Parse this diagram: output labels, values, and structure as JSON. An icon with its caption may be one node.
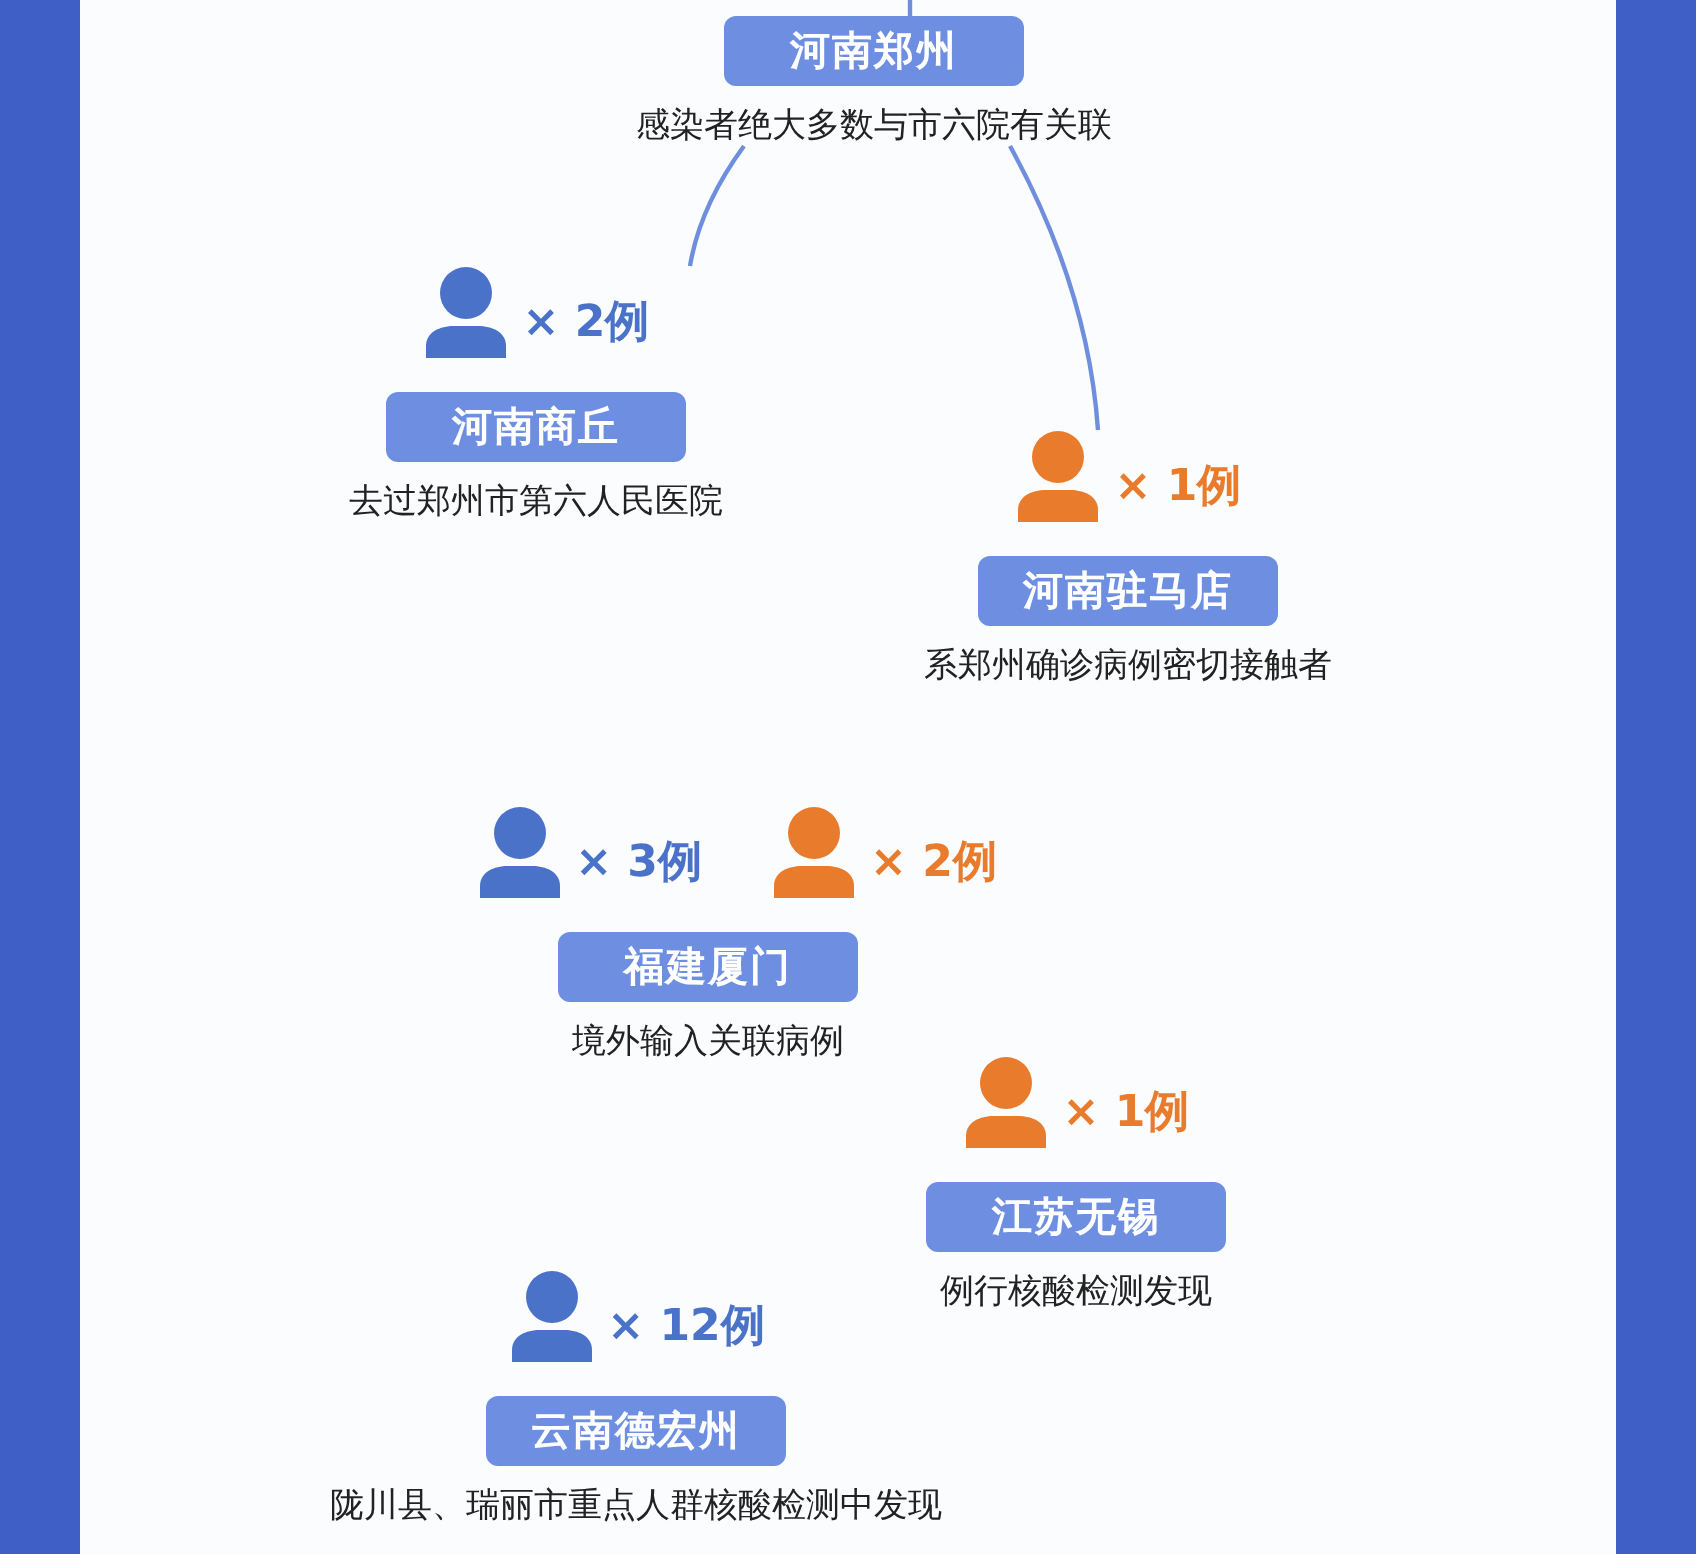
{
  "diagram": {
    "nodes": [
      {
        "text": [
          "河南郑州",
          "感染者绝大多数与市六院有关联"
        ]
      },
      {
        "text": [
          "× 2例",
          "河南商丘",
          "去过郑州市第六人民医院"
        ]
      },
      {
        "text": [
          "× 1例",
          "河南驻马店",
          "系郑州确诊病例密切接触者"
        ]
      },
      {
        "text": [
          "× 3例",
          "× 2例",
          "福建厦门",
          "境外输入关联病例"
        ]
      },
      {
        "text": [
          "× 1例",
          "江苏无锡",
          "例行核酸检测发现"
        ]
      },
      {
        "text": [
          "× 12例",
          "云南德宏州",
          "陇川县、瑞丽市重点人群核酸检测中发现"
        ]
      }
    ],
    "edges": [
      {
        "from": null,
        "to": 0,
        "arrow": "none"
      },
      {
        "from": 0,
        "to": 1,
        "arrow": "none"
      },
      {
        "from": 0,
        "to": 2,
        "arrow": "none"
      }
    ]
  }
}
